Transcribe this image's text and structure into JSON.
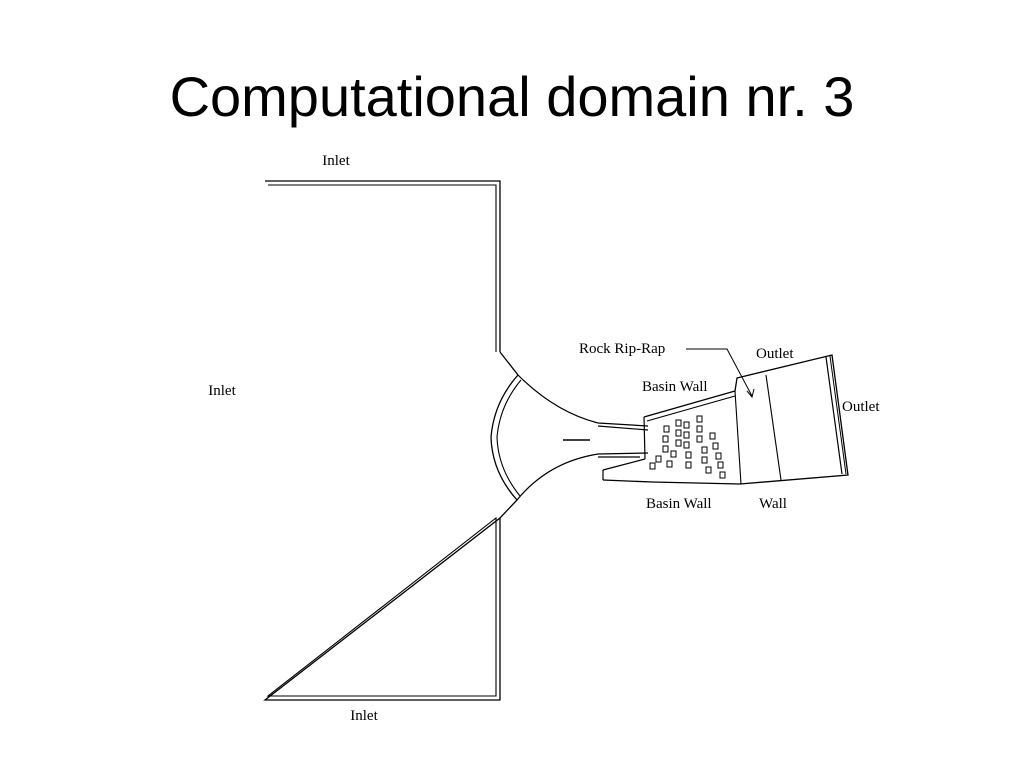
{
  "slide": {
    "title": "Computational domain nr. 3"
  },
  "diagram": {
    "labels": {
      "inlet_top": "Inlet",
      "inlet_left": "Inlet",
      "inlet_bottom": "Inlet",
      "rock_rip_rap": "Rock Rip-Rap",
      "outlet_top": "Outlet",
      "outlet_right": "Outlet",
      "basin_wall_top": "Basin Wall",
      "basin_wall_bottom": "Basin Wall",
      "wall": "Wall"
    }
  }
}
